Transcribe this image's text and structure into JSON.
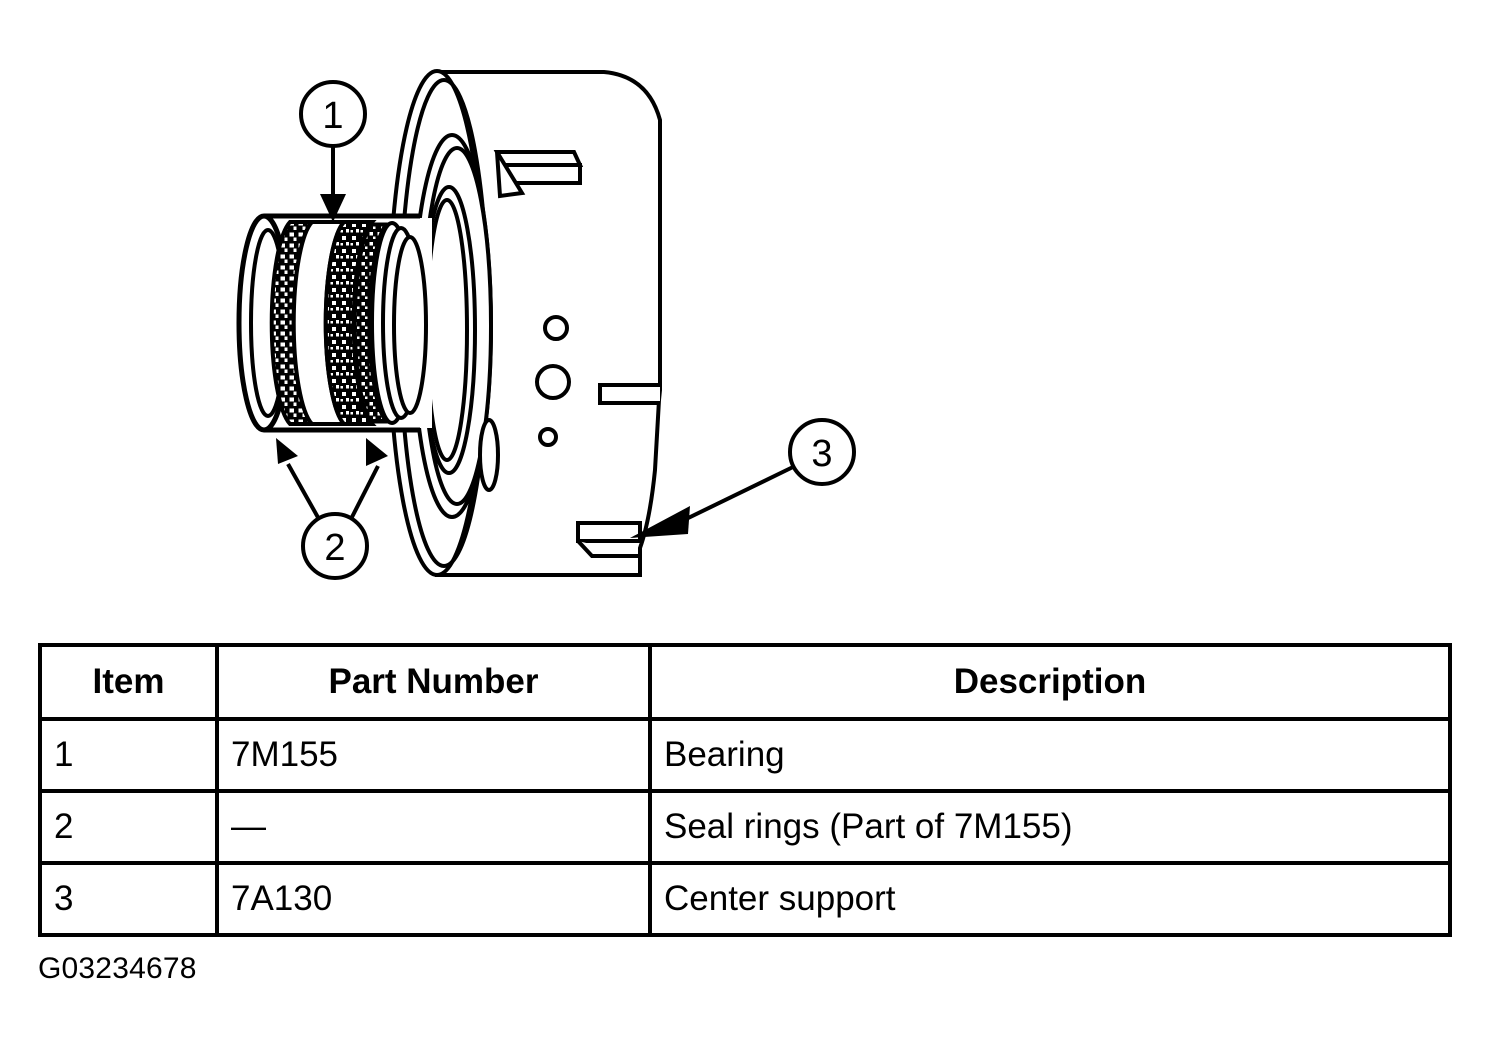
{
  "figure": {
    "id_label": "G03234678",
    "callouts": [
      {
        "number": "1",
        "target": "bearing"
      },
      {
        "number": "2",
        "target": "seal-rings"
      },
      {
        "number": "3",
        "target": "center-support"
      }
    ]
  },
  "table": {
    "headers": {
      "item": "Item",
      "part_number": "Part Number",
      "description": "Description"
    },
    "rows": [
      {
        "item": "1",
        "part_number": "7M155",
        "description": "Bearing"
      },
      {
        "item": "2",
        "part_number": "—",
        "description": "Seal rings (Part of 7M155)"
      },
      {
        "item": "3",
        "part_number": "7A130",
        "description": "Center support"
      }
    ]
  },
  "colors": {
    "ink": "#000000",
    "paper": "#ffffff"
  }
}
